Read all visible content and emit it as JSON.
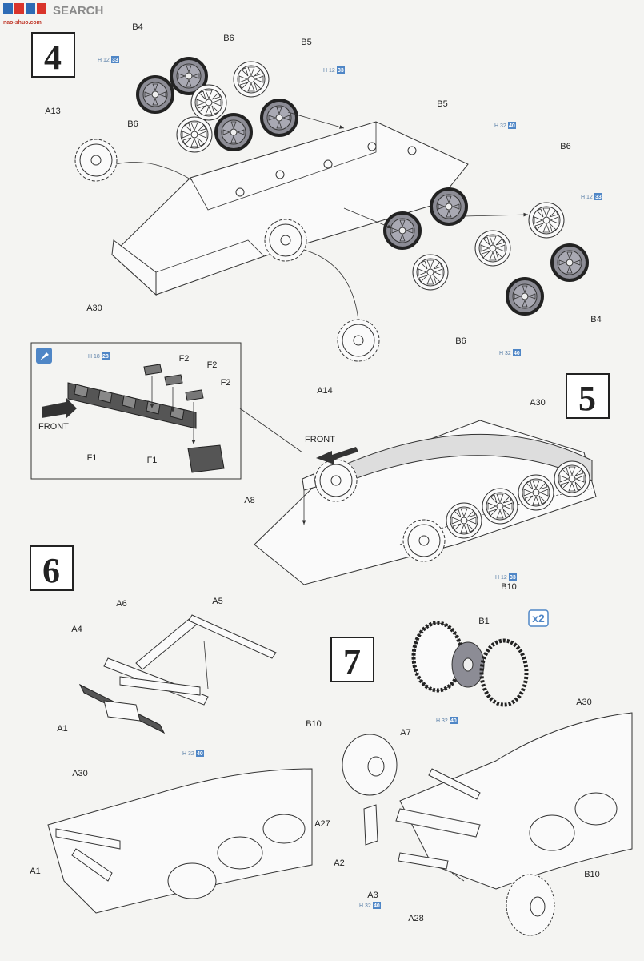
{
  "watermark": {
    "site": "SEARCH",
    "url": "nao-shuo.com"
  },
  "steps": [
    {
      "number": "4"
    },
    {
      "number": "5"
    },
    {
      "number": "6"
    },
    {
      "number": "7"
    }
  ],
  "step4": {
    "labels": [
      "B4",
      "B6",
      "B5",
      "A13",
      "B6",
      "B5",
      "B6",
      "A30",
      "B6",
      "B4",
      "A14"
    ],
    "paint_codes": [
      {
        "h": "H",
        "a": "12",
        "b": "33"
      },
      {
        "h": "H",
        "a": "12",
        "b": "33"
      },
      {
        "h": "H",
        "a": "32",
        "b": "40"
      },
      {
        "h": "H",
        "a": "12",
        "b": "33"
      },
      {
        "h": "H",
        "a": "32",
        "b": "40"
      }
    ]
  },
  "inset": {
    "front_label": "FRONT",
    "labels": [
      "F2",
      "F2",
      "F2",
      "F1",
      "F1"
    ],
    "paint_code": {
      "h": "H",
      "a": "18",
      "b": "28"
    }
  },
  "step5": {
    "front_label": "FRONT",
    "labels": [
      "A30",
      "A8"
    ]
  },
  "step6": {
    "labels": [
      "A6",
      "A5",
      "A4",
      "A1",
      "A30",
      "A1"
    ],
    "paint_code": {
      "h": "H",
      "a": "32",
      "b": "40"
    }
  },
  "step7": {
    "multiplier": "x2",
    "labels": [
      "B10",
      "B1",
      "A30",
      "B10",
      "A7",
      "A27",
      "A2",
      "A3",
      "A28",
      "B10"
    ],
    "paint_codes": [
      {
        "h": "H",
        "a": "12",
        "b": "33"
      },
      {
        "h": "H",
        "a": "32",
        "b": "40"
      },
      {
        "h": "H",
        "a": "32",
        "b": "40"
      }
    ]
  },
  "colors": {
    "paint_code_blue": "#4f86c6",
    "watermark_red": "#c0392b"
  }
}
